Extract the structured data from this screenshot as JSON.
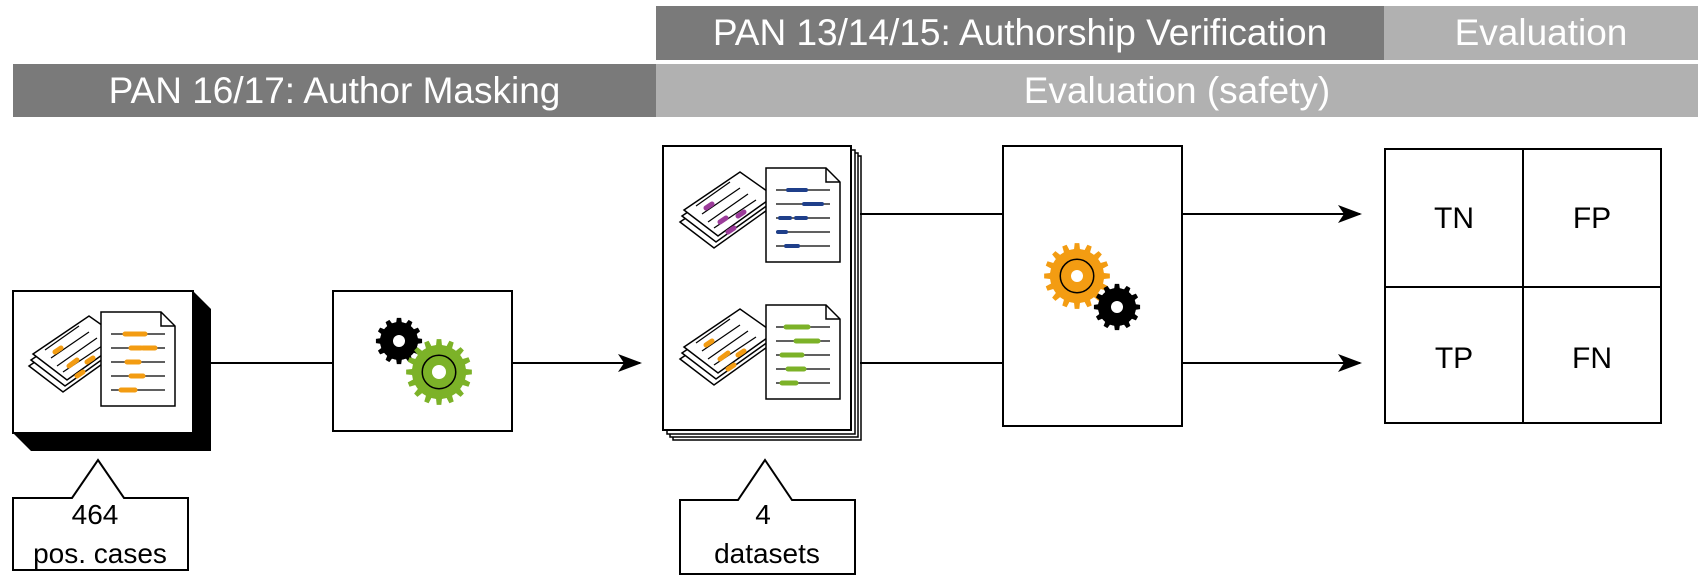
{
  "header": {
    "verification_band": "PAN 13/14/15: Authorship Verification",
    "evaluation_band": "Evaluation",
    "masking_band": "PAN 16/17: Author Masking",
    "safety_band": "Evaluation (safety)"
  },
  "callouts": {
    "positive_cases": {
      "number": "464",
      "label": "pos. cases"
    },
    "datasets": {
      "number": "4",
      "label": "datasets"
    }
  },
  "confusion_matrix": {
    "top_left": "TN",
    "top_right": "FP",
    "bottom_left": "TP",
    "bottom_right": "FN"
  },
  "colors": {
    "band_dark": "#7a7a7a",
    "band_light": "#b1b1b1",
    "orange_accent": "#f39c12",
    "green_accent": "#7cb228",
    "purple_accent": "#9c3c9a",
    "navy_accent": "#1f3f8a"
  },
  "icons": {
    "masking_gears": "gears-icon",
    "verification_gears": "gears-icon",
    "documents": "document-stack-icon"
  }
}
